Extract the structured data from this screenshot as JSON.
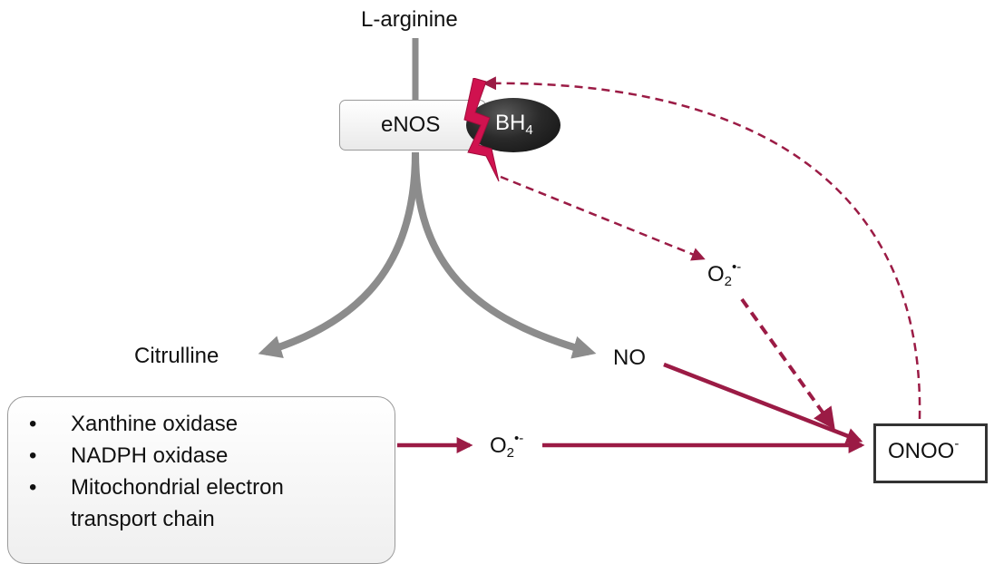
{
  "nodes": {
    "l_arginine": "L-arginine",
    "enos": "eNOS",
    "bh4": {
      "base": "BH",
      "sub": "4"
    },
    "citrulline": "Citrulline",
    "no": "NO",
    "superoxide_upper": {
      "base": "O",
      "sub": "2",
      "sup": "•-"
    },
    "superoxide_lower": {
      "base": "O",
      "sub": "2",
      "sup": "•-"
    },
    "peroxynitrite": {
      "base": "ONOO",
      "sup": "-"
    }
  },
  "sources": {
    "bullet": "•",
    "items": [
      {
        "line1": "Xanthine oxidase",
        "line2": ""
      },
      {
        "line1": "NADPH oxidase",
        "line2": ""
      },
      {
        "line1": "Mitochondrial electron",
        "line2": "transport chain"
      }
    ]
  },
  "colors": {
    "pathway_gray": "#8c8c8c",
    "reaction_red": "#9b1b45",
    "lightning_magenta": "#d0124f"
  }
}
